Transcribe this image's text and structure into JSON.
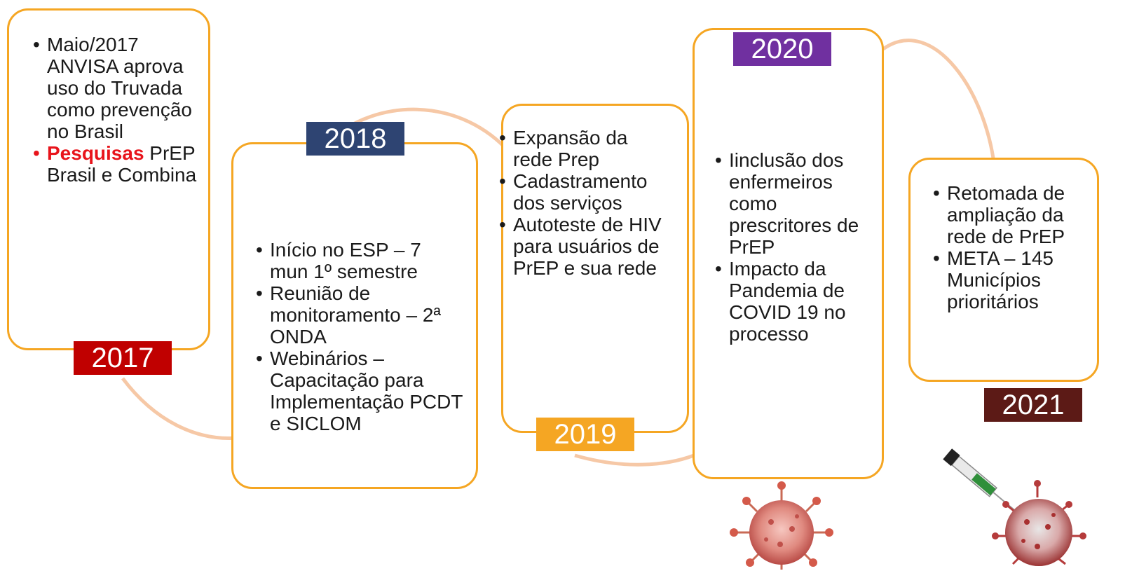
{
  "colors": {
    "card_border": "#f5a623",
    "wave": "#f6c8a6",
    "highlight": "#e8141b",
    "year_2017": "#c00000",
    "year_2018": "#2e4472",
    "year_2019": "#f5a623",
    "year_2020": "#7030a0",
    "year_2021": "#5c1a16"
  },
  "timeline": [
    {
      "year": "2017",
      "items": [
        {
          "text": "Maio/2017 ANVISA aprova uso do Truvada como prevenção no Brasil"
        },
        {
          "bold": "Pesquisas",
          "text": " PrEP Brasil e Combina"
        }
      ]
    },
    {
      "year": "2018",
      "items": [
        {
          "text": "Início no ESP – 7 mun 1º semestre"
        },
        {
          "text": "Reunião de monitoramento – 2ª ONDA"
        },
        {
          "text": "Webinários – Capacitação para Implementação PCDT e SICLOM"
        }
      ]
    },
    {
      "year": "2019",
      "items": [
        {
          "text": "Expansão da rede Prep"
        },
        {
          "text": "Cadastramento dos serviços"
        },
        {
          "text": "Autoteste  de HIV para usuários de PrEP e sua rede"
        }
      ]
    },
    {
      "year": "2020",
      "items": [
        {
          "text": "Iinclusão dos enfermeiros como prescritores de PrEP"
        },
        {
          "text": "Impacto da Pandemia de COVID 19 no processo"
        }
      ]
    },
    {
      "year": "2021",
      "items": [
        {
          "text": "Retomada de ampliação da rede de PrEP"
        },
        {
          "text": "META – 145 Municípios prioritários"
        }
      ]
    }
  ],
  "images": {
    "virus_2020": "coronavirus-illustration",
    "virus_2021": "vaccine-syringe-coronavirus-illustration"
  }
}
